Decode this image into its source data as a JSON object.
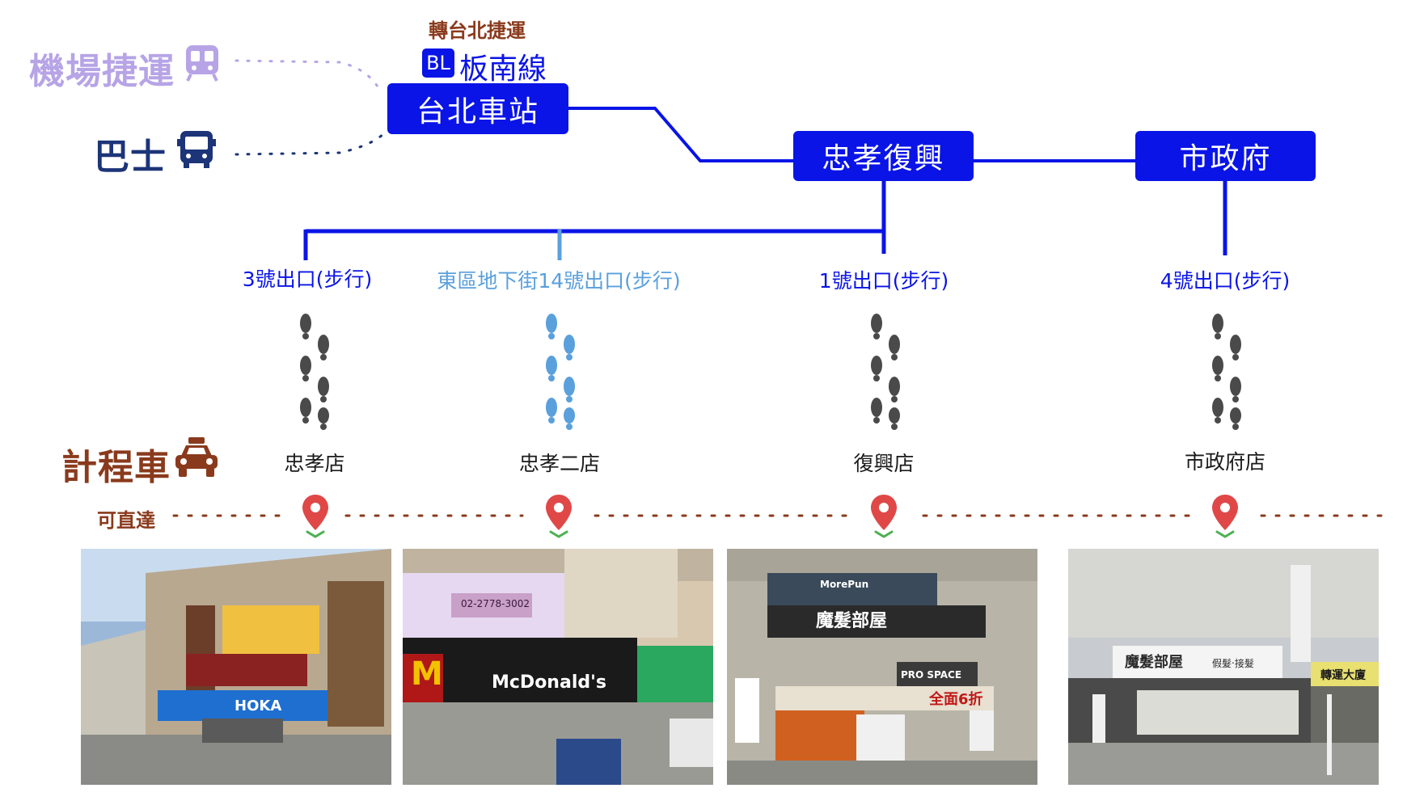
{
  "transfer": {
    "caption": "轉台北捷運",
    "line_badge": "BL",
    "line_name": "板南線"
  },
  "modes": {
    "airport_mrt": "機場捷運",
    "bus": "巴士",
    "taxi": "計程車",
    "direct": "可直達"
  },
  "stations": {
    "taipei_main": "台北車站",
    "zhongxiao_fuxing": "忠孝復興",
    "city_hall": "市政府"
  },
  "exits": [
    {
      "label": "3號出口(步行)",
      "style": "walk"
    },
    {
      "label": "東區地下街14號出口(步行)",
      "style": "underground"
    },
    {
      "label": "1號出口(步行)",
      "style": "walk"
    },
    {
      "label": "4號出口(步行)",
      "style": "walk"
    }
  ],
  "stores": [
    "忠孝店",
    "忠孝二店",
    "復興店",
    "市政府店"
  ],
  "photo_signs": {
    "p1_main": "HOKA",
    "p2_main": "McDonald's",
    "p2_sub": "02-2778-3002",
    "p3_main": "魔髮部屋",
    "p3_sub": "MorePun",
    "p3_promo": "全面6折",
    "p3_pro": "PRO SPACE",
    "p4_main": "魔髮部屋",
    "p4_sub": "假髮‧接髮",
    "p4_side": "轉運大廈"
  },
  "colors": {
    "metro_blue": "#0a14e6",
    "underground_blue": "#5aa0dc",
    "airport_purple": "#b7a4e6",
    "bus_navy": "#1c3478",
    "taxi_brown": "#8a3a1c",
    "pin_red": "#e04848",
    "pin_green": "#4cb050",
    "footprint_gray": "#4a4a4a"
  }
}
